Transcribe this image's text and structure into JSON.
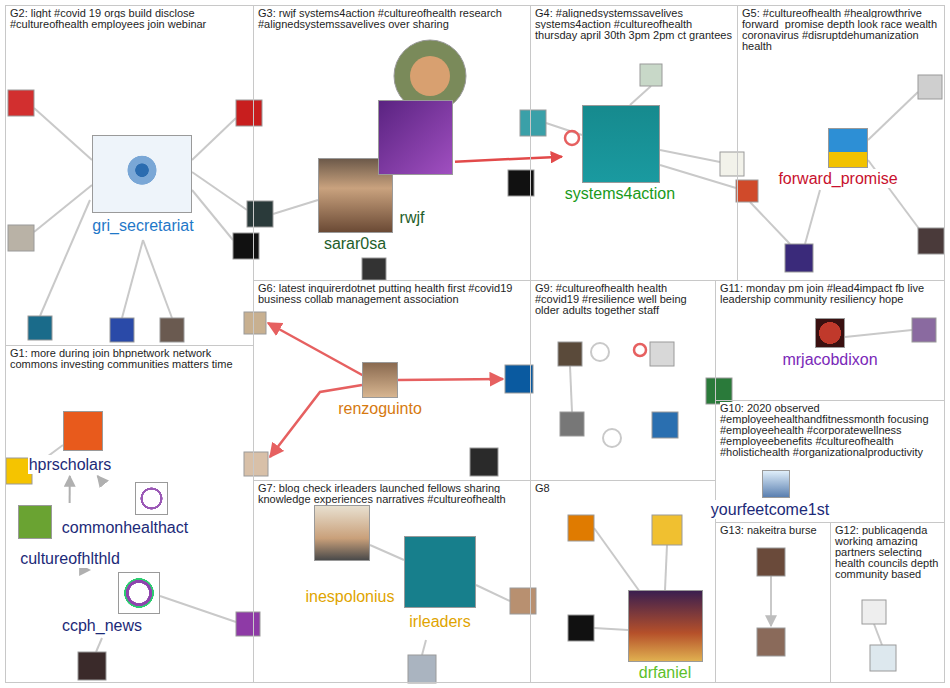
{
  "diagram": {
    "nodes": [
      {
        "text": [
          "G2: light #covid 19 orgs build disclose #cultureofhealth employees join webinar"
        ]
      },
      {
        "text": [
          "gri_secretariat"
        ],
        "in": 0
      },
      {
        "text": [
          "G3: rwjf systems4action #cultureofhealth research #alignedsystemssavelives over sharing"
        ]
      },
      {
        "text": [
          "sarar0sa"
        ],
        "in": 2
      },
      {
        "text": [
          "rwjf"
        ],
        "in": 2
      },
      {
        "text": [
          "G4: #alignedsystemssavelives systems4action #cultureofhealth thursday april 30th 3pm 2pm ct grantees"
        ]
      },
      {
        "text": [
          "systems4action"
        ],
        "in": 5
      },
      {
        "text": [
          "G5: #cultureofhealth #healgrowthrive forward_promise depth look race wealth coronavirus #disruptdehumanization health"
        ]
      },
      {
        "text": [
          "forward_promise"
        ],
        "in": 7
      },
      {
        "text": [
          "G6: latest inquirerdotnet putting health first #covid19 business collab management association"
        ]
      },
      {
        "text": [
          "renzoguinto"
        ],
        "in": 9
      },
      {
        "text": [
          "G9: #cultureofhealth health #covid19 #resilience well being older adults together staff"
        ]
      },
      {
        "text": [
          "G11: monday pm join #lead4impact fb live leadership community resiliency hope"
        ]
      },
      {
        "text": [
          "mrjacobdixon"
        ],
        "in": 12
      },
      {
        "text": [
          "G10: 2020 observed #employeehealthandfitnessmonth focusing #employeehealth #corporatewellness #employeebenefits #cultureofhealth #holistichealth #organizationalproductivity"
        ]
      },
      {
        "text": [
          "yourfeetcome1st"
        ],
        "in": 14
      },
      {
        "text": [
          "G1: more during join bhpnetwork network commons investing communities matters time"
        ]
      },
      {
        "text": [
          "hprscholars"
        ],
        "in": 16
      },
      {
        "text": [
          "commonhealthact"
        ],
        "in": 16
      },
      {
        "text": [
          "cultureofhlthld"
        ],
        "in": 16
      },
      {
        "text": [
          "ccph_news"
        ],
        "in": 16
      },
      {
        "text": [
          "G7: blog check irleaders launched fellows sharing knowledge experiences narratives #cultureofhealth"
        ]
      },
      {
        "text": [
          "inespolonius"
        ],
        "in": 21
      },
      {
        "text": [
          "irleaders"
        ],
        "in": 21
      },
      {
        "text": [
          "G8"
        ]
      },
      {
        "text": [
          "drfaniel"
        ],
        "in": 24
      },
      {
        "text": [
          "G13: nakeitra burse"
        ]
      },
      {
        "text": [
          "G12: publicagenda working amazing partners selecting health councils depth community based"
        ]
      }
    ],
    "edges": [
      {
        "from": 4,
        "to": 6,
        "arrow": "to"
      },
      {
        "from": 19,
        "to": 17,
        "arrow": "to"
      },
      {
        "from": 18,
        "to": 17,
        "arrow": "to"
      },
      {
        "from": 19,
        "to": 20,
        "arrow": "to"
      }
    ]
  }
}
